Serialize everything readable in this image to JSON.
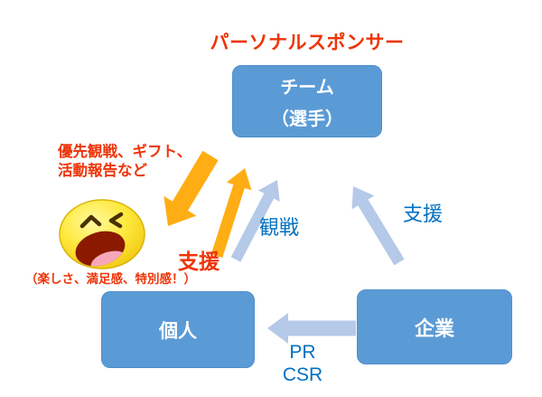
{
  "title": "パーソナルスポンサー",
  "nodes": {
    "team_line1": "チーム",
    "team_line2": "（選手）",
    "individual": "個人",
    "company": "企業"
  },
  "labels": {
    "benefits_line1": "優先観戦、ギフト、",
    "benefits_line2": "活動報告など",
    "feelings": "（楽しさ、満足感、特別感！）",
    "fan_support": "支援",
    "watch": "観戦",
    "company_support": "支援",
    "pr": "PR",
    "csr": "CSR"
  },
  "icons": {
    "laughing_face": "laughing-face-icon"
  },
  "colors": {
    "background": "#ffffff",
    "node_fill": "#5b9bd5",
    "node_border": "#4f8ecb",
    "node_text": "#ffffff",
    "red_text": "#ee3408",
    "blue_text": "#0070c0",
    "orange_arrow": "#ffad14",
    "light_blue_arrow": "#b5c9e8"
  }
}
